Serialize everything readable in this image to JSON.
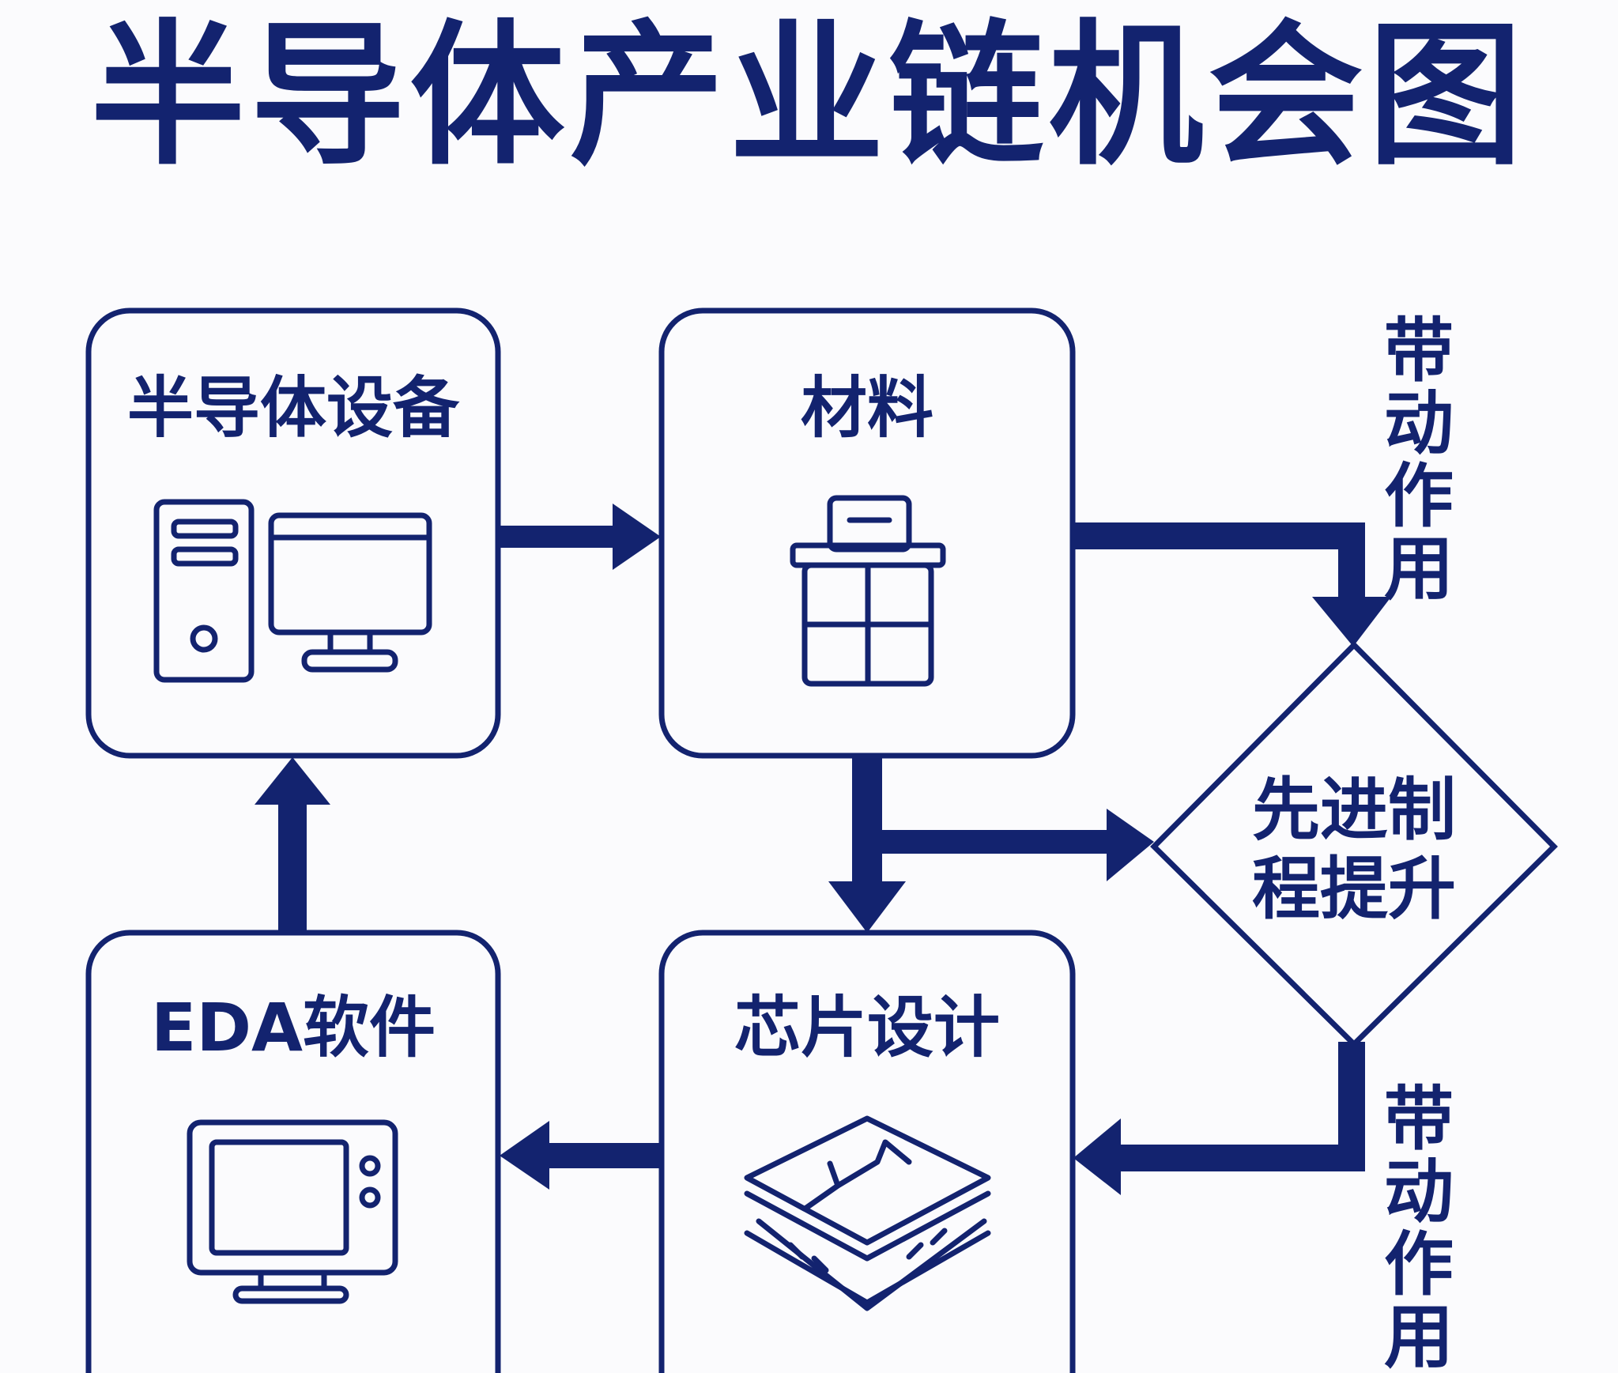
{
  "title": "半导体产业链机会图",
  "nodes": {
    "equipment": "半导体设备",
    "materials": "材料",
    "eda": "EDA软件",
    "chip_design": "芯片设计",
    "advanced_process_line1": "先进制",
    "advanced_process_line2": "程提升"
  },
  "edge_labels": {
    "top": "带动作用",
    "bottom": "带动作用"
  },
  "colors": {
    "primary": "#13236f",
    "background": "#fbfbfd"
  }
}
